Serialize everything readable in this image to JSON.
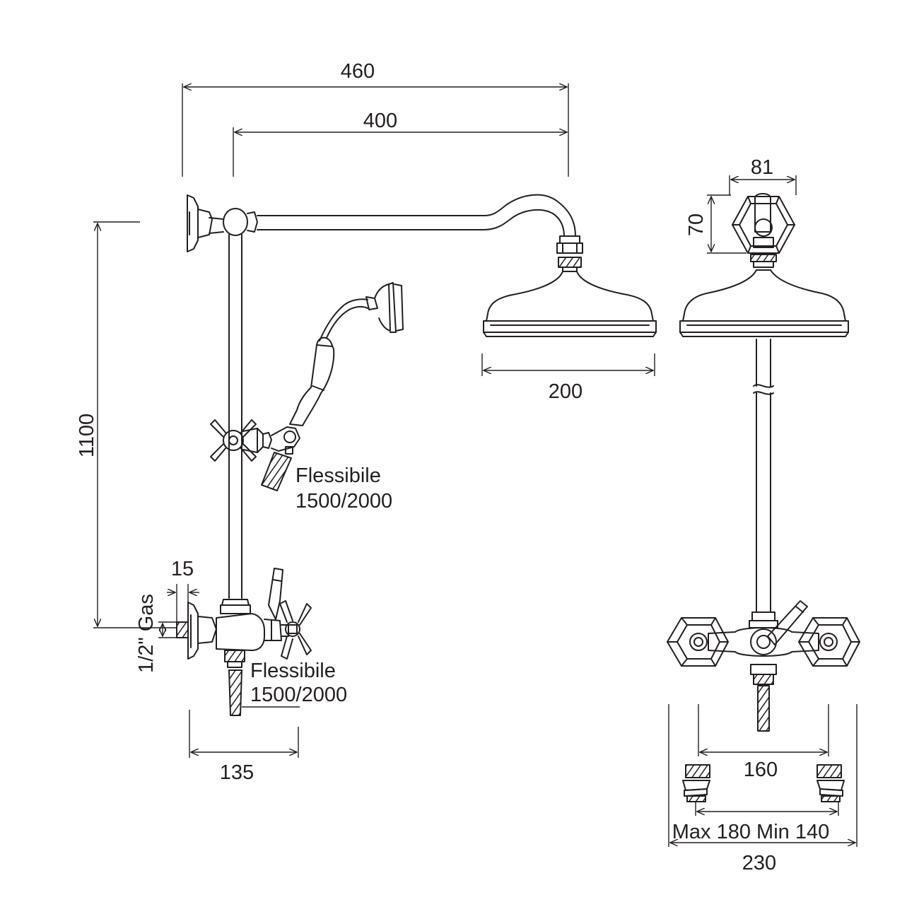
{
  "dimensions": {
    "overall_width": "460",
    "arm_length": "400",
    "riser_height": "1100",
    "head_diameter": "200",
    "mixer_depth": "135",
    "wall_offset": "15",
    "inlet_thread": "1/2\" Gas",
    "head_connector_width": "81",
    "head_connector_height": "70",
    "valve_centres": "160",
    "eccentric_range": "Max 180 Min 140",
    "mixer_width": "230"
  },
  "notes": {
    "hose_upper_line1": "Flessibile",
    "hose_upper_line2": "1500/2000",
    "hose_lower_line1": "Flessibile",
    "hose_lower_line2": "1500/2000"
  },
  "colors": {
    "line": "#231f20",
    "background": "#ffffff"
  }
}
